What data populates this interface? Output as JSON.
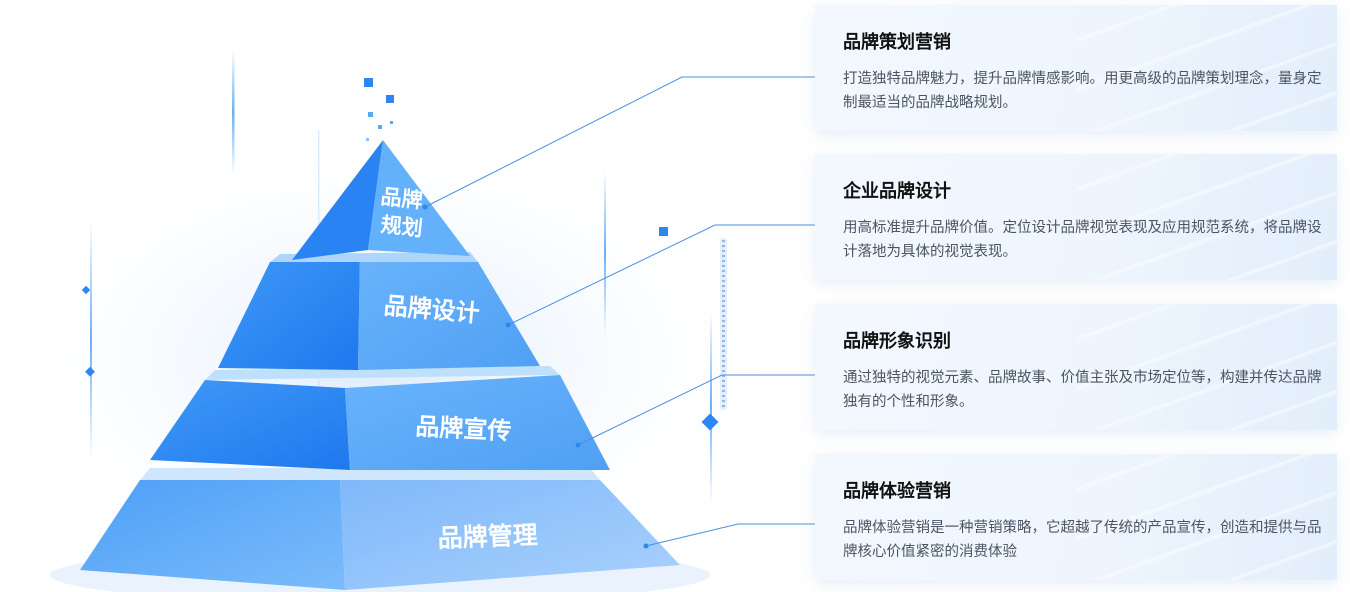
{
  "pyramid": {
    "tiers": [
      {
        "label_line1": "品牌",
        "label_line2": "规划"
      },
      {
        "label": "品牌设计"
      },
      {
        "label": "品牌宣传"
      },
      {
        "label": "品牌管理"
      }
    ]
  },
  "cards": [
    {
      "title": "品牌策划营销",
      "desc": "打造独特品牌魅力，提升品牌情感影响。用更高级的品牌策划理念，量身定制最适当的品牌战略规划。"
    },
    {
      "title": "企业品牌设计",
      "desc": "用高标准提升品牌价值。定位设计品牌视觉表现及应用规范系统，将品牌设计落地为具体的视觉表现。"
    },
    {
      "title": "品牌形象识别",
      "desc": "通过独特的视觉元素、品牌故事、价值主张及市场定位等，构建并传达品牌独有的个性和形象。"
    },
    {
      "title": "品牌体验营销",
      "desc": "品牌体验营销是一种营销策略，它超越了传统的产品宣传，创造和提供与品牌核心价值紧密的消费体验"
    }
  ],
  "colors": {
    "accent": "#2f86f0",
    "connector": "#4a90e2",
    "card_title": "#111111",
    "card_text": "#4b5563"
  }
}
